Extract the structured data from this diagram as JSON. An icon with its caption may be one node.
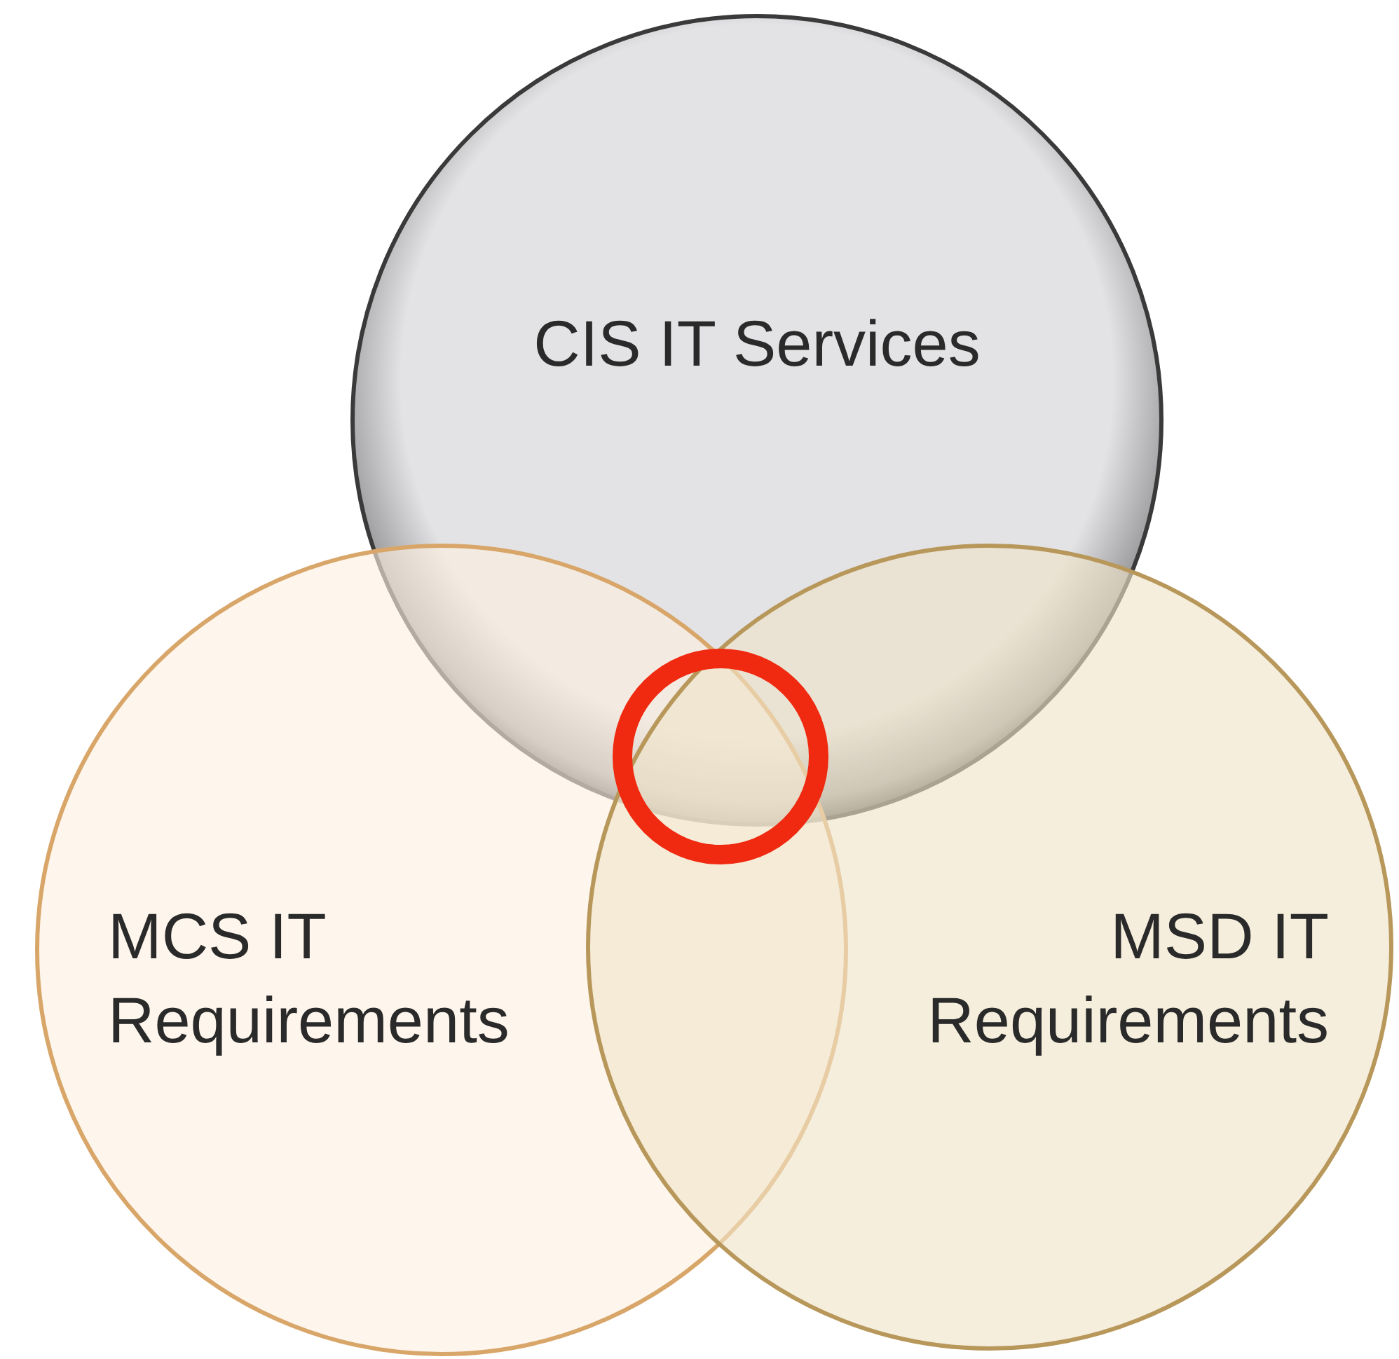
{
  "diagram": {
    "nodes": [
      {
        "text": [
          "CIS IT Services"
        ]
      },
      {
        "text": [
          "MCS IT Requirements"
        ]
      },
      {
        "text": [
          "MSD IT Requirements"
        ]
      },
      {
        "text": [],
        "shape": "circle"
      }
    ]
  }
}
